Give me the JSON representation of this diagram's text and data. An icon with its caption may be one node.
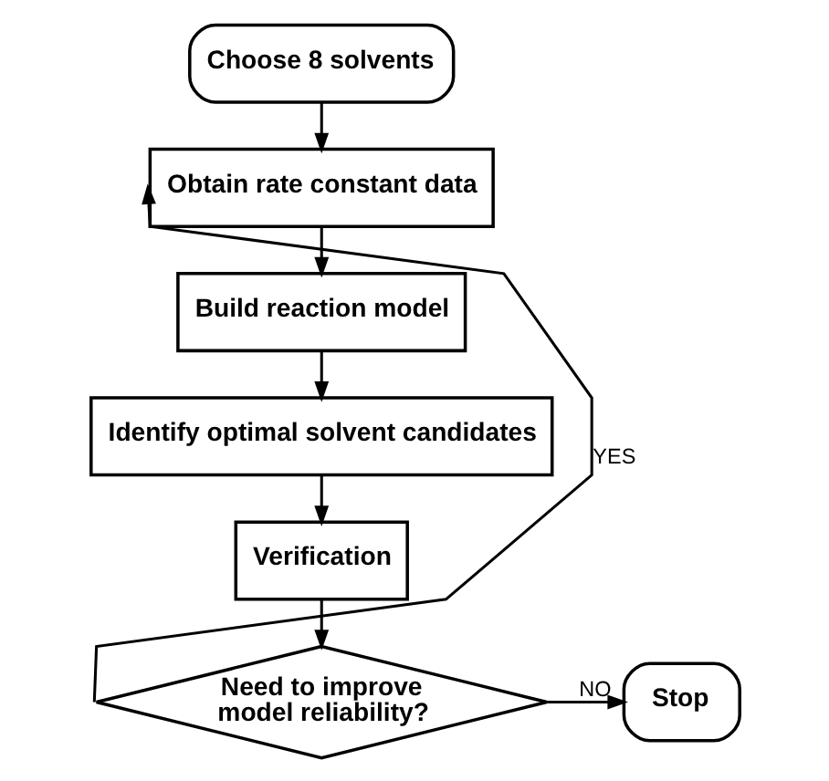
{
  "diagram": {
    "nodes": [
      {
        "text": [
          "Choose 8 solvents"
        ]
      },
      {
        "text": [
          "Obtain rate constant data"
        ]
      },
      {
        "text": [
          "Build reaction model"
        ]
      },
      {
        "text": [
          "Identify optimal solvent candidates"
        ]
      },
      {
        "text": [
          "Verification"
        ]
      },
      {
        "text": [
          "Need to improve model reliability?"
        ]
      },
      {
        "text": [
          "Stop"
        ]
      }
    ],
    "edges": [
      {
        "from": 0,
        "to": 1,
        "arrow": "to"
      },
      {
        "from": 1,
        "to": 2,
        "arrow": "to"
      },
      {
        "from": 2,
        "to": 3,
        "arrow": "to"
      },
      {
        "from": 3,
        "to": 4,
        "arrow": "to"
      },
      {
        "from": 4,
        "to": 5,
        "arrow": "to"
      },
      {
        "from": 5,
        "to": 1,
        "label": "YES",
        "arrow": "to"
      },
      {
        "from": 5,
        "to": 6,
        "label": "NO",
        "arrow": "to"
      }
    ]
  }
}
